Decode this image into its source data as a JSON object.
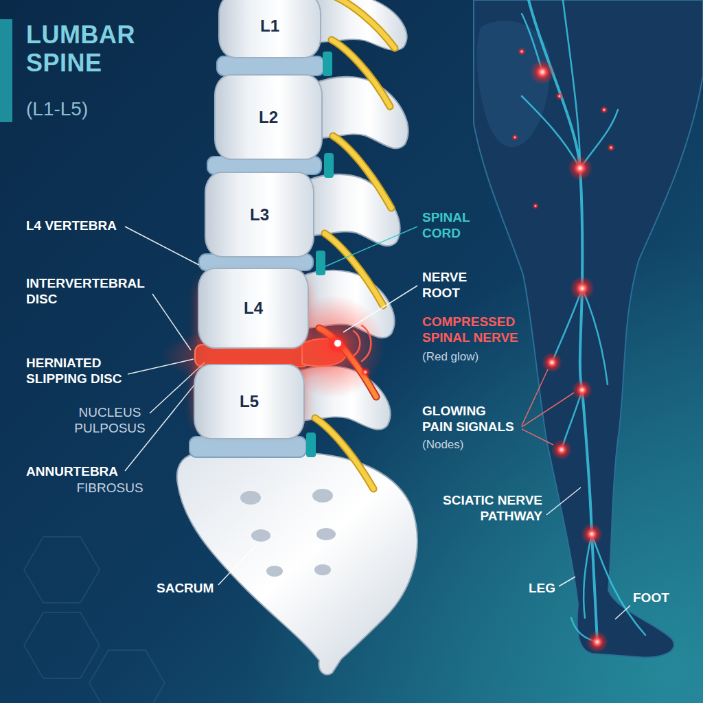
{
  "diagram": {
    "title": "LUMBAR SPINE",
    "nodes": [
      {
        "text": [
          "L1"
        ]
      },
      {
        "text": [
          "L2"
        ]
      },
      {
        "text": [
          "L3"
        ]
      },
      {
        "text": [
          "L4"
        ]
      },
      {
        "text": [
          "L5"
        ]
      }
    ],
    "labels": [
      "(L1-L5)",
      "L4 VERTEBRA",
      "INTERVERTEBRAL DISC",
      "HERNIATED SLIPPING DISC",
      "NUCLEUS PULPOSUS",
      "ANNURTEBRA",
      "FIBROSUS",
      "SACRUM",
      "SPINAL CORD",
      "NERVE ROOT",
      "COMPRESSED SPINAL NERVE",
      "(Red glow)",
      "GLOWING PAIN SIGNALS",
      "(Nodes)",
      "SCIATIC NERVE PATHWAY",
      "LEG",
      "FOOT"
    ]
  }
}
